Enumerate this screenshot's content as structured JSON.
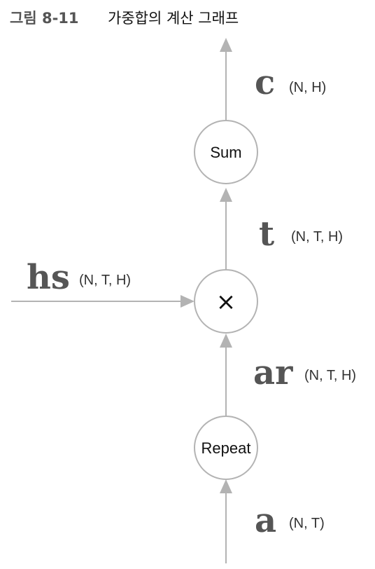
{
  "figure": {
    "label": "그림 8-11",
    "title": "가중합의 계산 그래프"
  },
  "nodes": {
    "sum": {
      "label": "Sum"
    },
    "mul": {
      "label": "×"
    },
    "repeat": {
      "label": "Repeat"
    }
  },
  "variables": {
    "c": {
      "name": "c",
      "shape": "(N, H)"
    },
    "t": {
      "name": "t",
      "shape": "(N, T, H)"
    },
    "hs": {
      "name": "hs",
      "shape": "(N, T, H)"
    },
    "ar": {
      "name": "ar",
      "shape": "(N, T, H)"
    },
    "a": {
      "name": "a",
      "shape": "(N, T)"
    }
  },
  "colors": {
    "edge": "#b3b3b3",
    "variable": "#555555",
    "text": "#111111"
  }
}
